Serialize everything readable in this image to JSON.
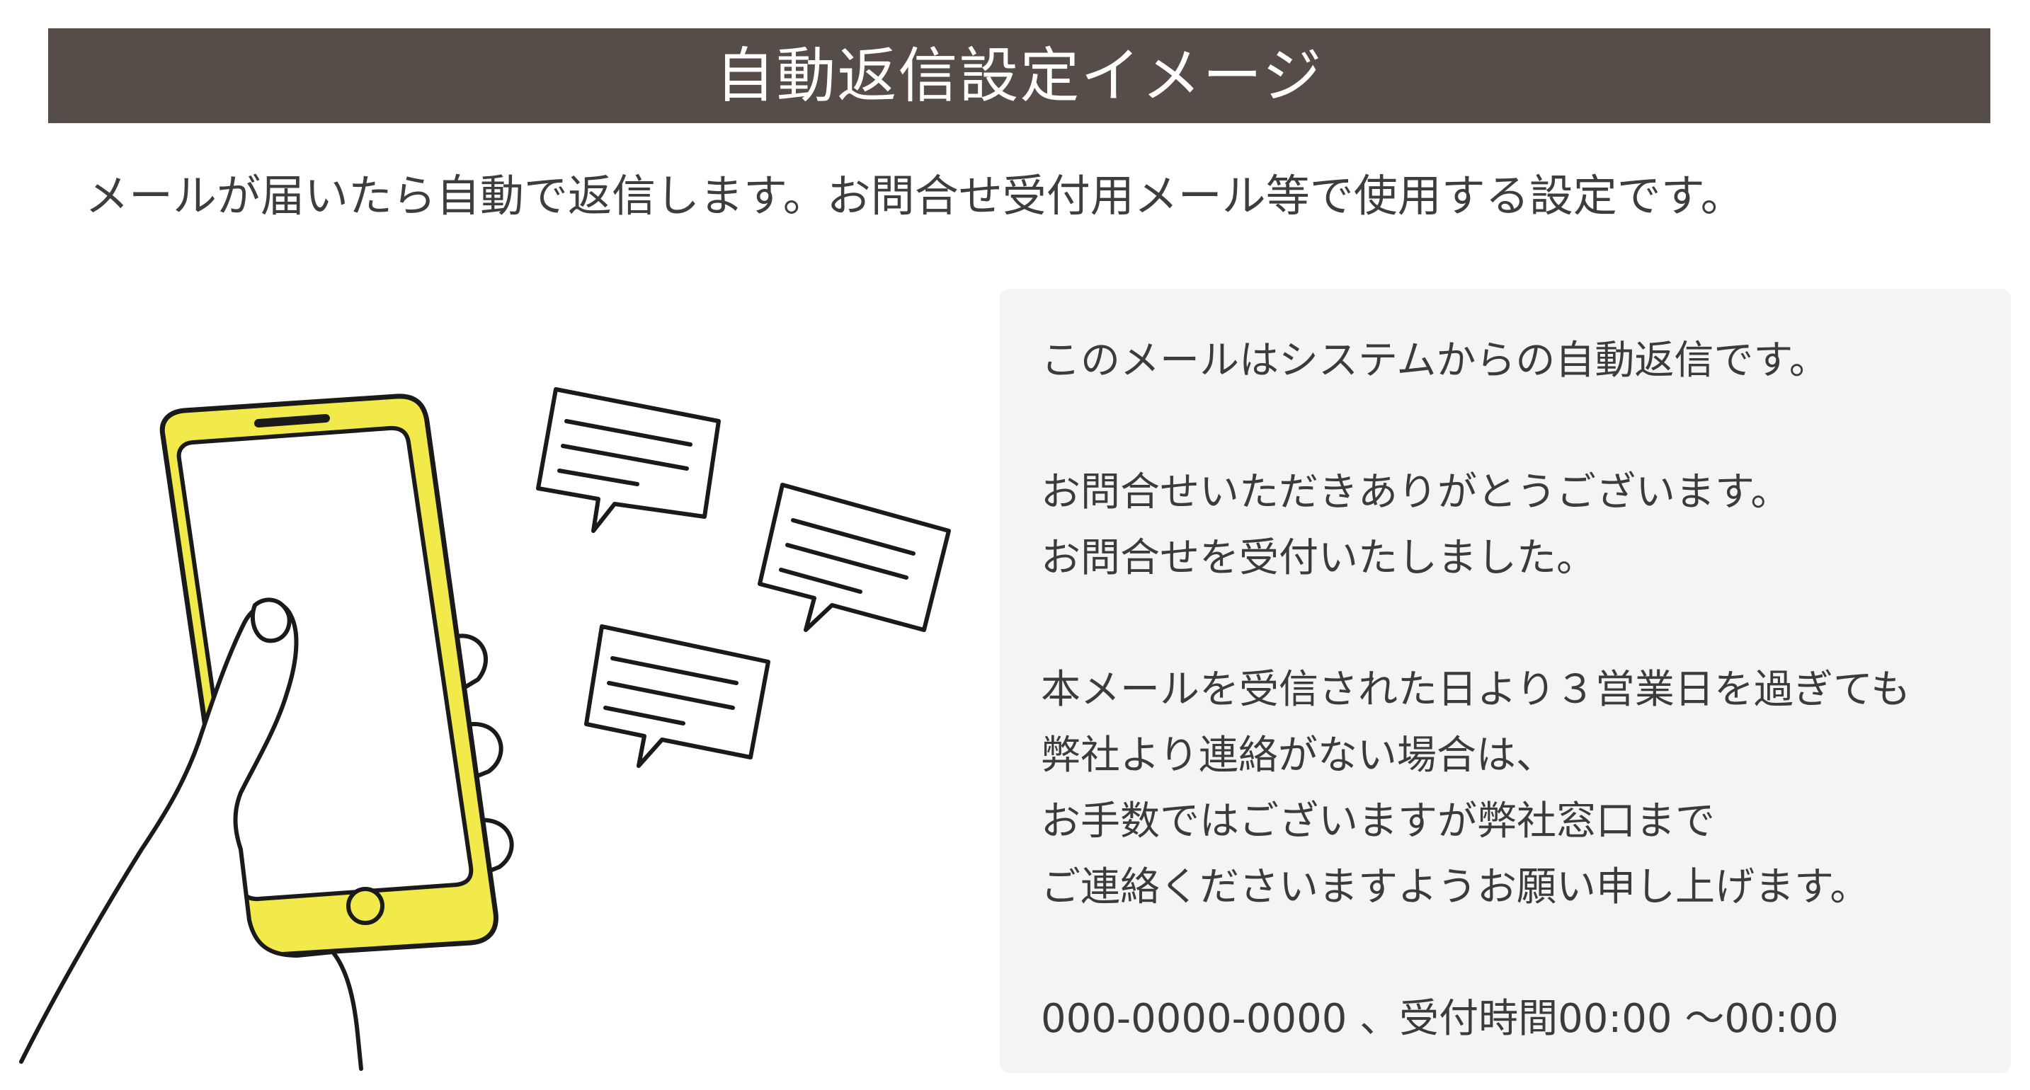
{
  "header": {
    "title": "自動返信設定イメージ"
  },
  "intro": {
    "text": "メールが届いたら自動で返信します。お問合せ受付用メール等で使用する設定です。"
  },
  "illustration": {
    "icons": [
      "smartphone-icon",
      "hand-icon",
      "speech-bubble-icon"
    ],
    "colors": {
      "phone_body": "#f2e94a",
      "screen": "#ffffff",
      "outline": "#1a1a1a"
    }
  },
  "message": {
    "greeting": "このメールはシステムからの自動返信です。",
    "thanks_line1": "お問合せいただきありがとうございます。",
    "thanks_line2": "お問合せを受付いたしました。",
    "notice_line1": "本メールを受信された日より３営業日を過ぎても",
    "notice_line2": "弊社より連絡がない場合は、",
    "notice_line3": "お手数ではございますが弊社窓口まで",
    "notice_line4": "ご連絡くださいますようお願い申し上げます。",
    "contact": "000-0000-0000 、受付時間00:00 ～00:00"
  },
  "colors": {
    "title_bar": "#564d48",
    "message_box": "#f4f5f3"
  }
}
